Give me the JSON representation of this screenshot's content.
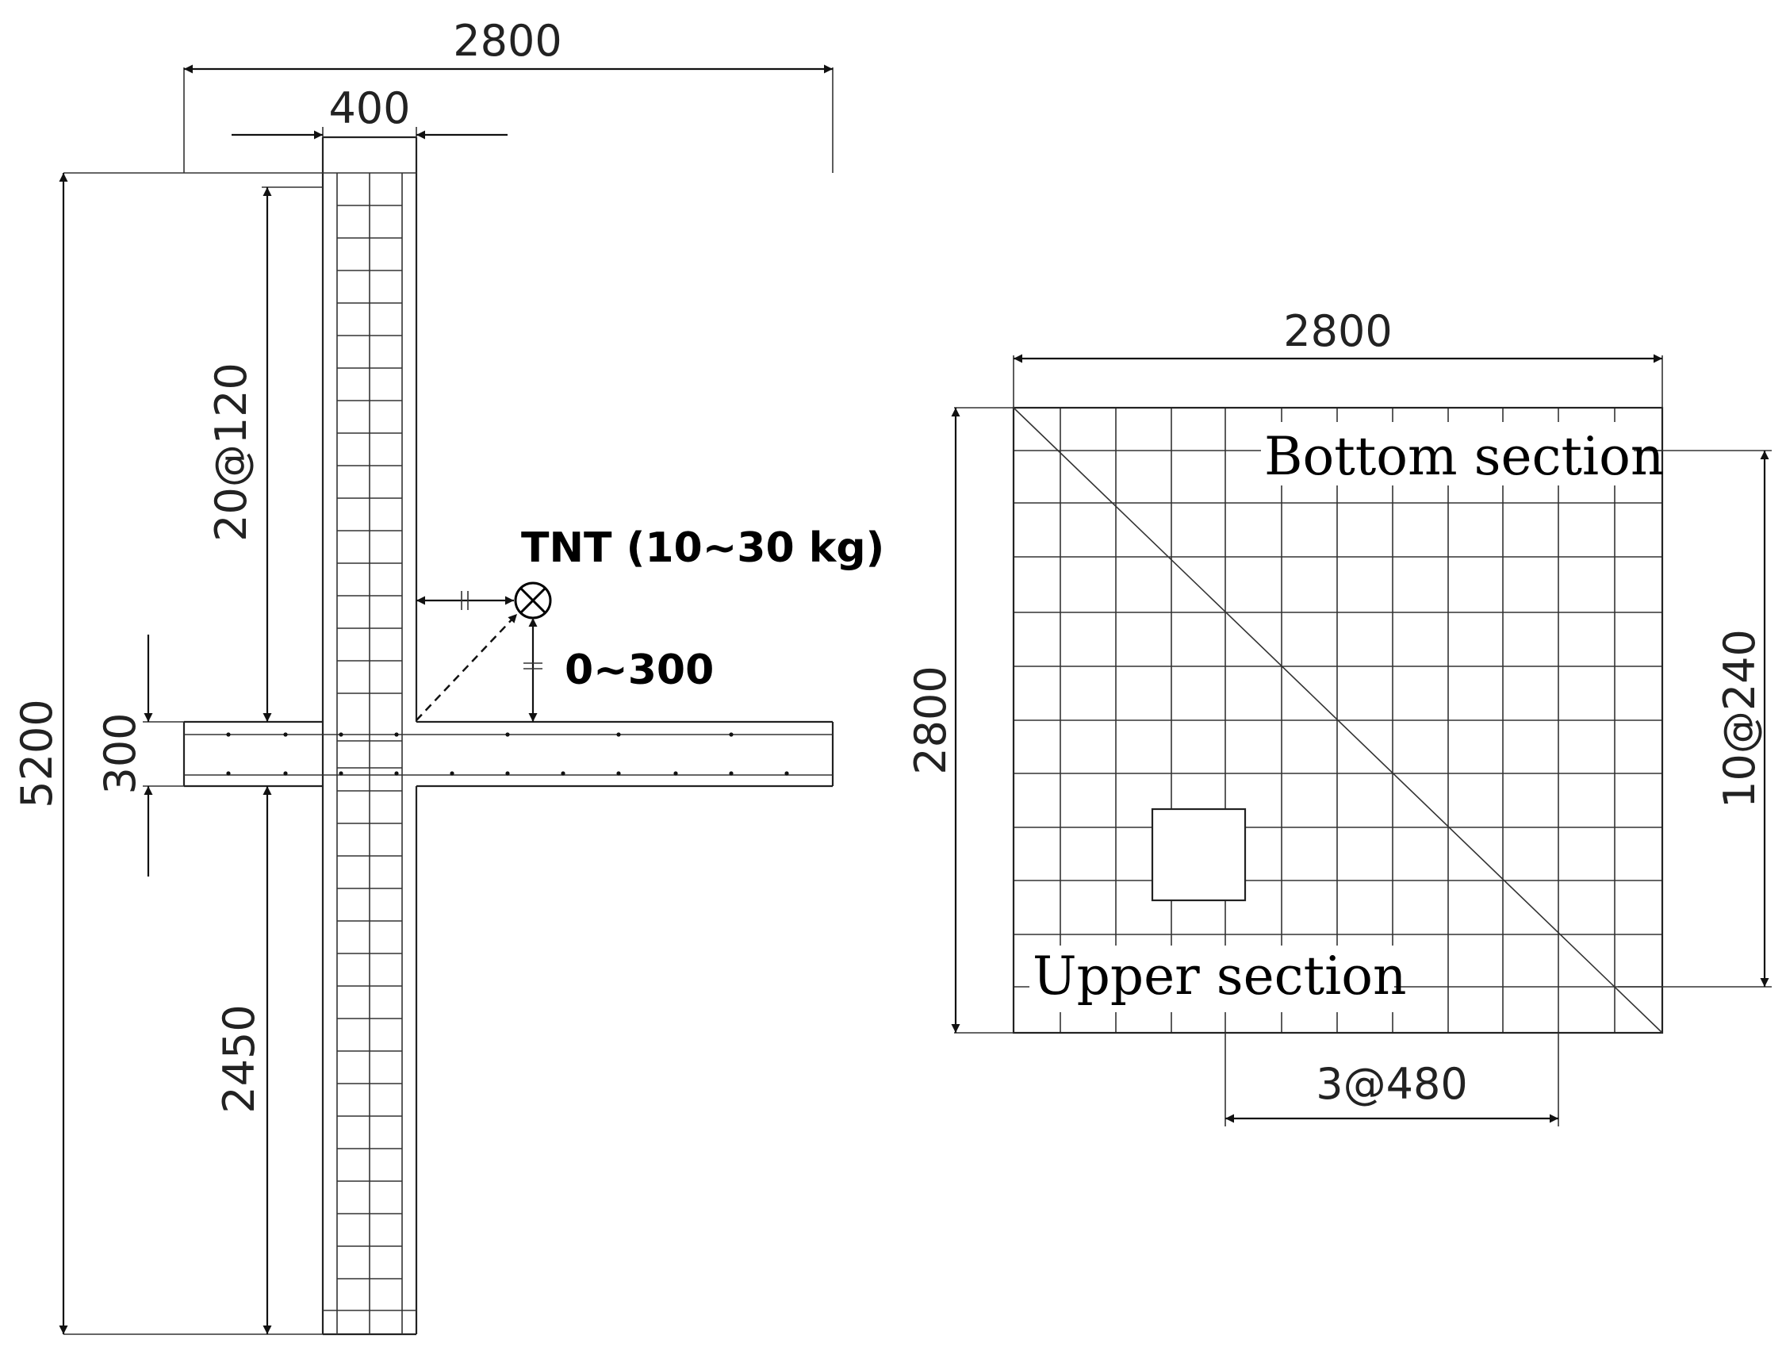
{
  "elevation": {
    "dim_total_width": "2800",
    "dim_column_width": "400",
    "dim_total_height": "5200",
    "dim_upper_stirrups": "20@120",
    "dim_lower_height": "2450",
    "dim_slab_thickness": "300",
    "charge_label": "TNT (10~30 kg)",
    "standoff_label": "0~300"
  },
  "plan": {
    "dim_width": "2800",
    "dim_height": "2800",
    "dim_rebar_spacing": "10@240",
    "dim_bay_spacing": "3@480",
    "bottom_label": "Bottom section",
    "upper_label": "Upper section"
  },
  "colors": {
    "line": "#222222",
    "text": "#000000",
    "background": "#ffffff"
  }
}
